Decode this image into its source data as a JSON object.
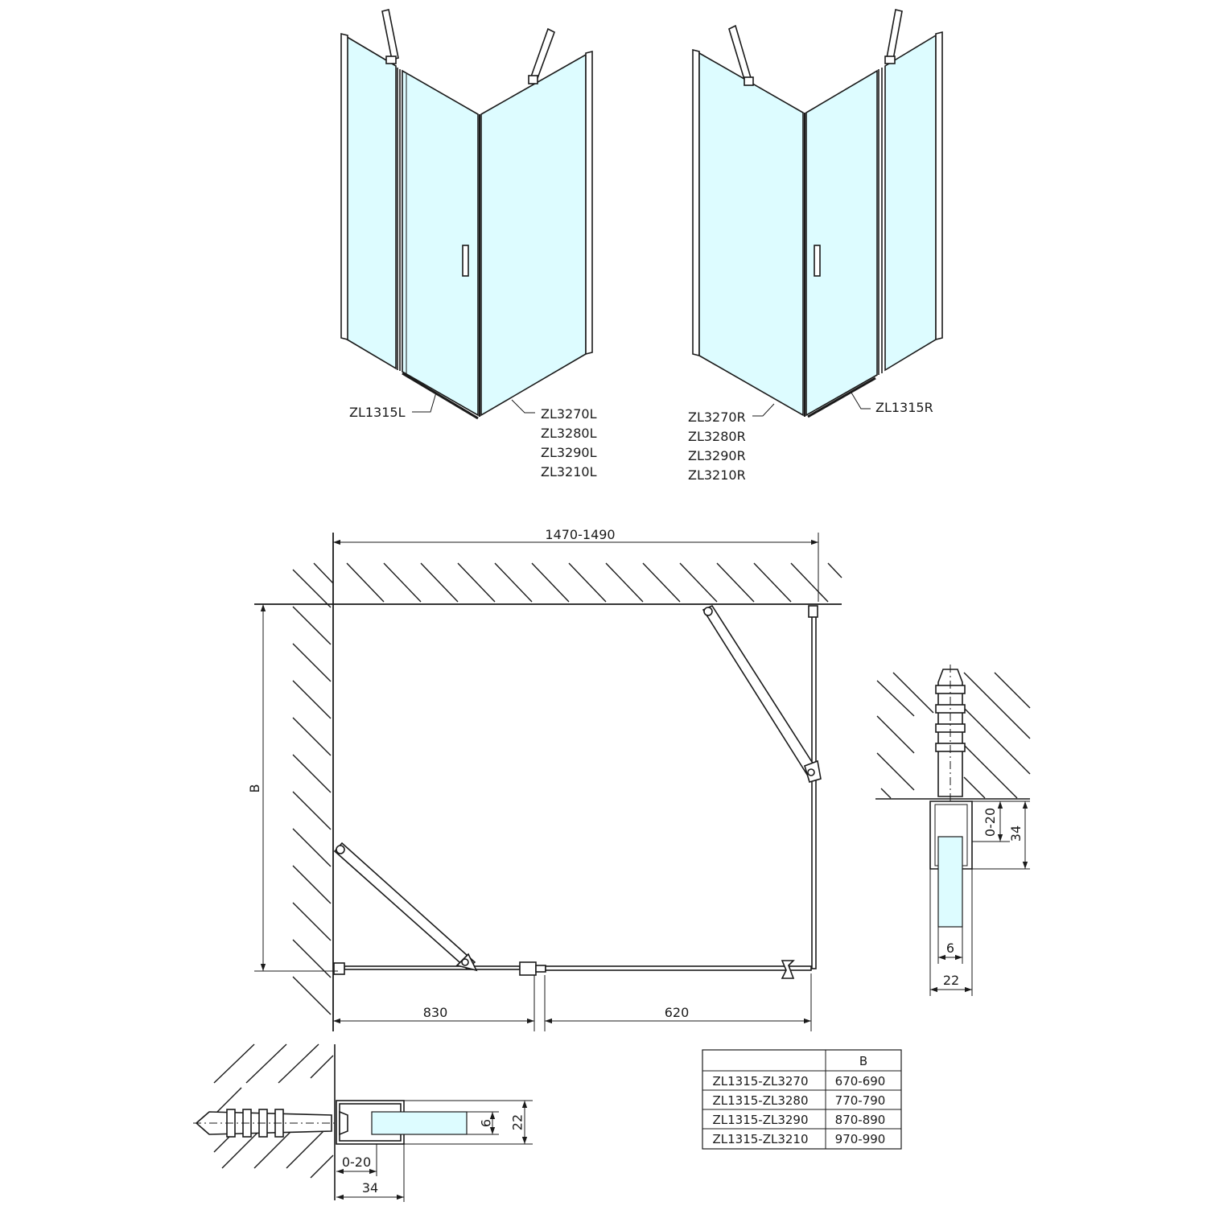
{
  "iso_left": {
    "callout_hinge": "ZL1315L",
    "callout_models": [
      "ZL3270L",
      "ZL3280L",
      "ZL3290L",
      "ZL3210L"
    ]
  },
  "iso_right": {
    "callout_models": [
      "ZL3270R",
      "ZL3280R",
      "ZL3290R",
      "ZL3210R"
    ],
    "callout_hinge": "ZL1315R"
  },
  "plan": {
    "width_dim": "1470-1490",
    "depth_dim": "B",
    "left_dim": "830",
    "right_dim": "620"
  },
  "detail_right": {
    "dim_adjust": "0-20",
    "dim_profile": "34",
    "dim_glass": "6",
    "dim_width": "22"
  },
  "detail_bottom": {
    "dim_glass": "6",
    "dim_width": "22",
    "dim_adjust": "0-20",
    "dim_profile": "34"
  },
  "table": {
    "header": [
      "",
      "B"
    ],
    "rows": [
      [
        "ZL1315-ZL3270",
        "670-690"
      ],
      [
        "ZL1315-ZL3280",
        "770-790"
      ],
      [
        "ZL1315-ZL3290",
        "870-890"
      ],
      [
        "ZL1315-ZL3210",
        "970-990"
      ]
    ]
  },
  "colors": {
    "glass": "#ddfcff",
    "line": "#1a1a1a",
    "background": "#ffffff"
  }
}
